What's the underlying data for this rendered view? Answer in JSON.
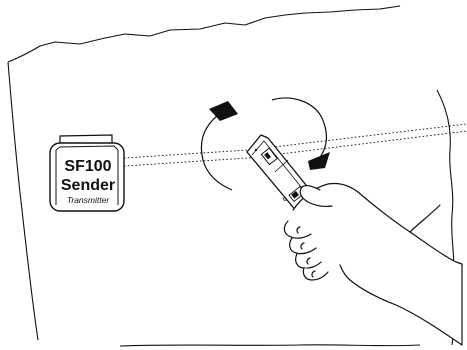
{
  "transmitter": {
    "model": "SF100",
    "name": "Sender",
    "subtitle": "Transmitter"
  },
  "colors": {
    "line": "#111111",
    "background": "#ffffff"
  },
  "icons": {
    "rotation": "circular-arrows-icon",
    "signal": "dotted-signal-line"
  }
}
